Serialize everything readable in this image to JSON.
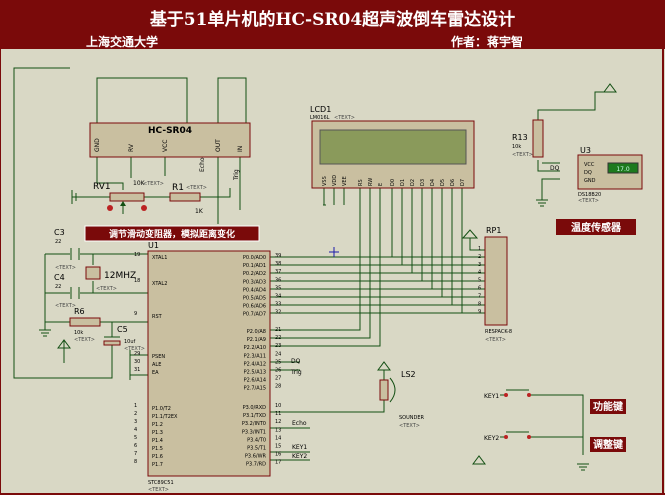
{
  "header": {
    "title": "基于51单片机的HC-SR04超声波倒车雷达设计",
    "subtitle": "上海交通大学",
    "author": "作者：蒋宇智"
  },
  "text_placeholder": "<TEXT>",
  "modules": {
    "sensor": {
      "name": "HC-SR04",
      "pins": [
        "GND",
        "RV",
        "VCC",
        "OUT",
        "IN"
      ],
      "pin_labels": [
        "Echo",
        "Trig"
      ]
    },
    "lcd": {
      "ref": "LCD1",
      "part": "LM016L",
      "pins": [
        "VSS",
        "VDD",
        "VEE",
        "RS",
        "RW",
        "E",
        "D0",
        "D1",
        "D2",
        "D3",
        "D4",
        "D5",
        "D6",
        "D7"
      ]
    },
    "temp": {
      "ref": "U3",
      "part": "DS18B20",
      "pins": [
        "VCC",
        "DQ",
        "GND"
      ],
      "readout": "17.0",
      "label": "温度传感器"
    },
    "r13": {
      "ref": "R13",
      "value": "10k"
    },
    "rv1": {
      "ref": "RV1",
      "value": "10K"
    },
    "r1": {
      "ref": "R1",
      "value": "1K"
    },
    "note": "调节滑动变阻器，模拟距离变化",
    "mcu": {
      "ref": "U1",
      "part": "STC89C51",
      "left_pins": [
        {
          "num": "19",
          "name": "XTAL1"
        },
        {
          "num": "18",
          "name": "XTAL2"
        },
        {
          "num": "9",
          "name": "RST"
        },
        {
          "num": "29",
          "name": "PSEN"
        },
        {
          "num": "30",
          "name": "ALE"
        },
        {
          "num": "31",
          "name": "EA"
        },
        {
          "num": "1",
          "name": "P1.0/T2"
        },
        {
          "num": "2",
          "name": "P1.1/T2EX"
        },
        {
          "num": "3",
          "name": "P1.2"
        },
        {
          "num": "4",
          "name": "P1.3"
        },
        {
          "num": "5",
          "name": "P1.4"
        },
        {
          "num": "6",
          "name": "P1.5"
        },
        {
          "num": "7",
          "name": "P1.6"
        },
        {
          "num": "8",
          "name": "P1.7"
        }
      ],
      "right_pins": [
        {
          "num": "39",
          "name": "P0.0/AD0"
        },
        {
          "num": "38",
          "name": "P0.1/AD1"
        },
        {
          "num": "37",
          "name": "P0.2/AD2"
        },
        {
          "num": "36",
          "name": "P0.3/AD3"
        },
        {
          "num": "35",
          "name": "P0.4/AD4"
        },
        {
          "num": "34",
          "name": "P0.5/AD5"
        },
        {
          "num": "33",
          "name": "P0.6/AD6"
        },
        {
          "num": "32",
          "name": "P0.7/AD7"
        },
        {
          "num": "21",
          "name": "P2.0/A8"
        },
        {
          "num": "22",
          "name": "P2.1/A9"
        },
        {
          "num": "23",
          "name": "P2.2/A10"
        },
        {
          "num": "24",
          "name": "P2.3/A11"
        },
        {
          "num": "25",
          "name": "P2.4/A12"
        },
        {
          "num": "26",
          "name": "P2.5/A13"
        },
        {
          "num": "27",
          "name": "P2.6/A14"
        },
        {
          "num": "28",
          "name": "P2.7/A15"
        },
        {
          "num": "10",
          "name": "P3.0/RXD"
        },
        {
          "num": "11",
          "name": "P3.1/TXD"
        },
        {
          "num": "12",
          "name": "P3.2/INT0"
        },
        {
          "num": "13",
          "name": "P3.3/INT1"
        },
        {
          "num": "14",
          "name": "P3.4/T0"
        },
        {
          "num": "15",
          "name": "P3.5/T1"
        },
        {
          "num": "16",
          "name": "P3.6/WR"
        },
        {
          "num": "17",
          "name": "P3.7/RD"
        }
      ],
      "net_labels": [
        "DQ",
        "Trig",
        "Echo",
        "KEY1",
        "KEY2"
      ]
    },
    "c3": {
      "ref": "C3",
      "value": "22"
    },
    "c4": {
      "ref": "C4",
      "value": "22"
    },
    "x1": {
      "value": "12MHZ"
    },
    "r6": {
      "ref": "R6",
      "value": "10k"
    },
    "c5": {
      "ref": "C5",
      "value": "10uf"
    },
    "rp1": {
      "ref": "RP1",
      "part": "RESPACK-8"
    },
    "ls2": {
      "ref": "LS2",
      "part": "SOUNDER"
    },
    "key1": {
      "ref": "KEY1",
      "label": "功能键"
    },
    "key2": {
      "ref": "KEY2",
      "label": "调整键"
    }
  },
  "colors": {
    "background": "#d9d8c5",
    "banner": "#7a0a0a",
    "wire": "#134f13",
    "part_outline": "#7a0a0a",
    "part_fill": "#c9bfa0",
    "label_bg": "#7a0a0a",
    "lcd_screen": "#8a9a5b"
  }
}
